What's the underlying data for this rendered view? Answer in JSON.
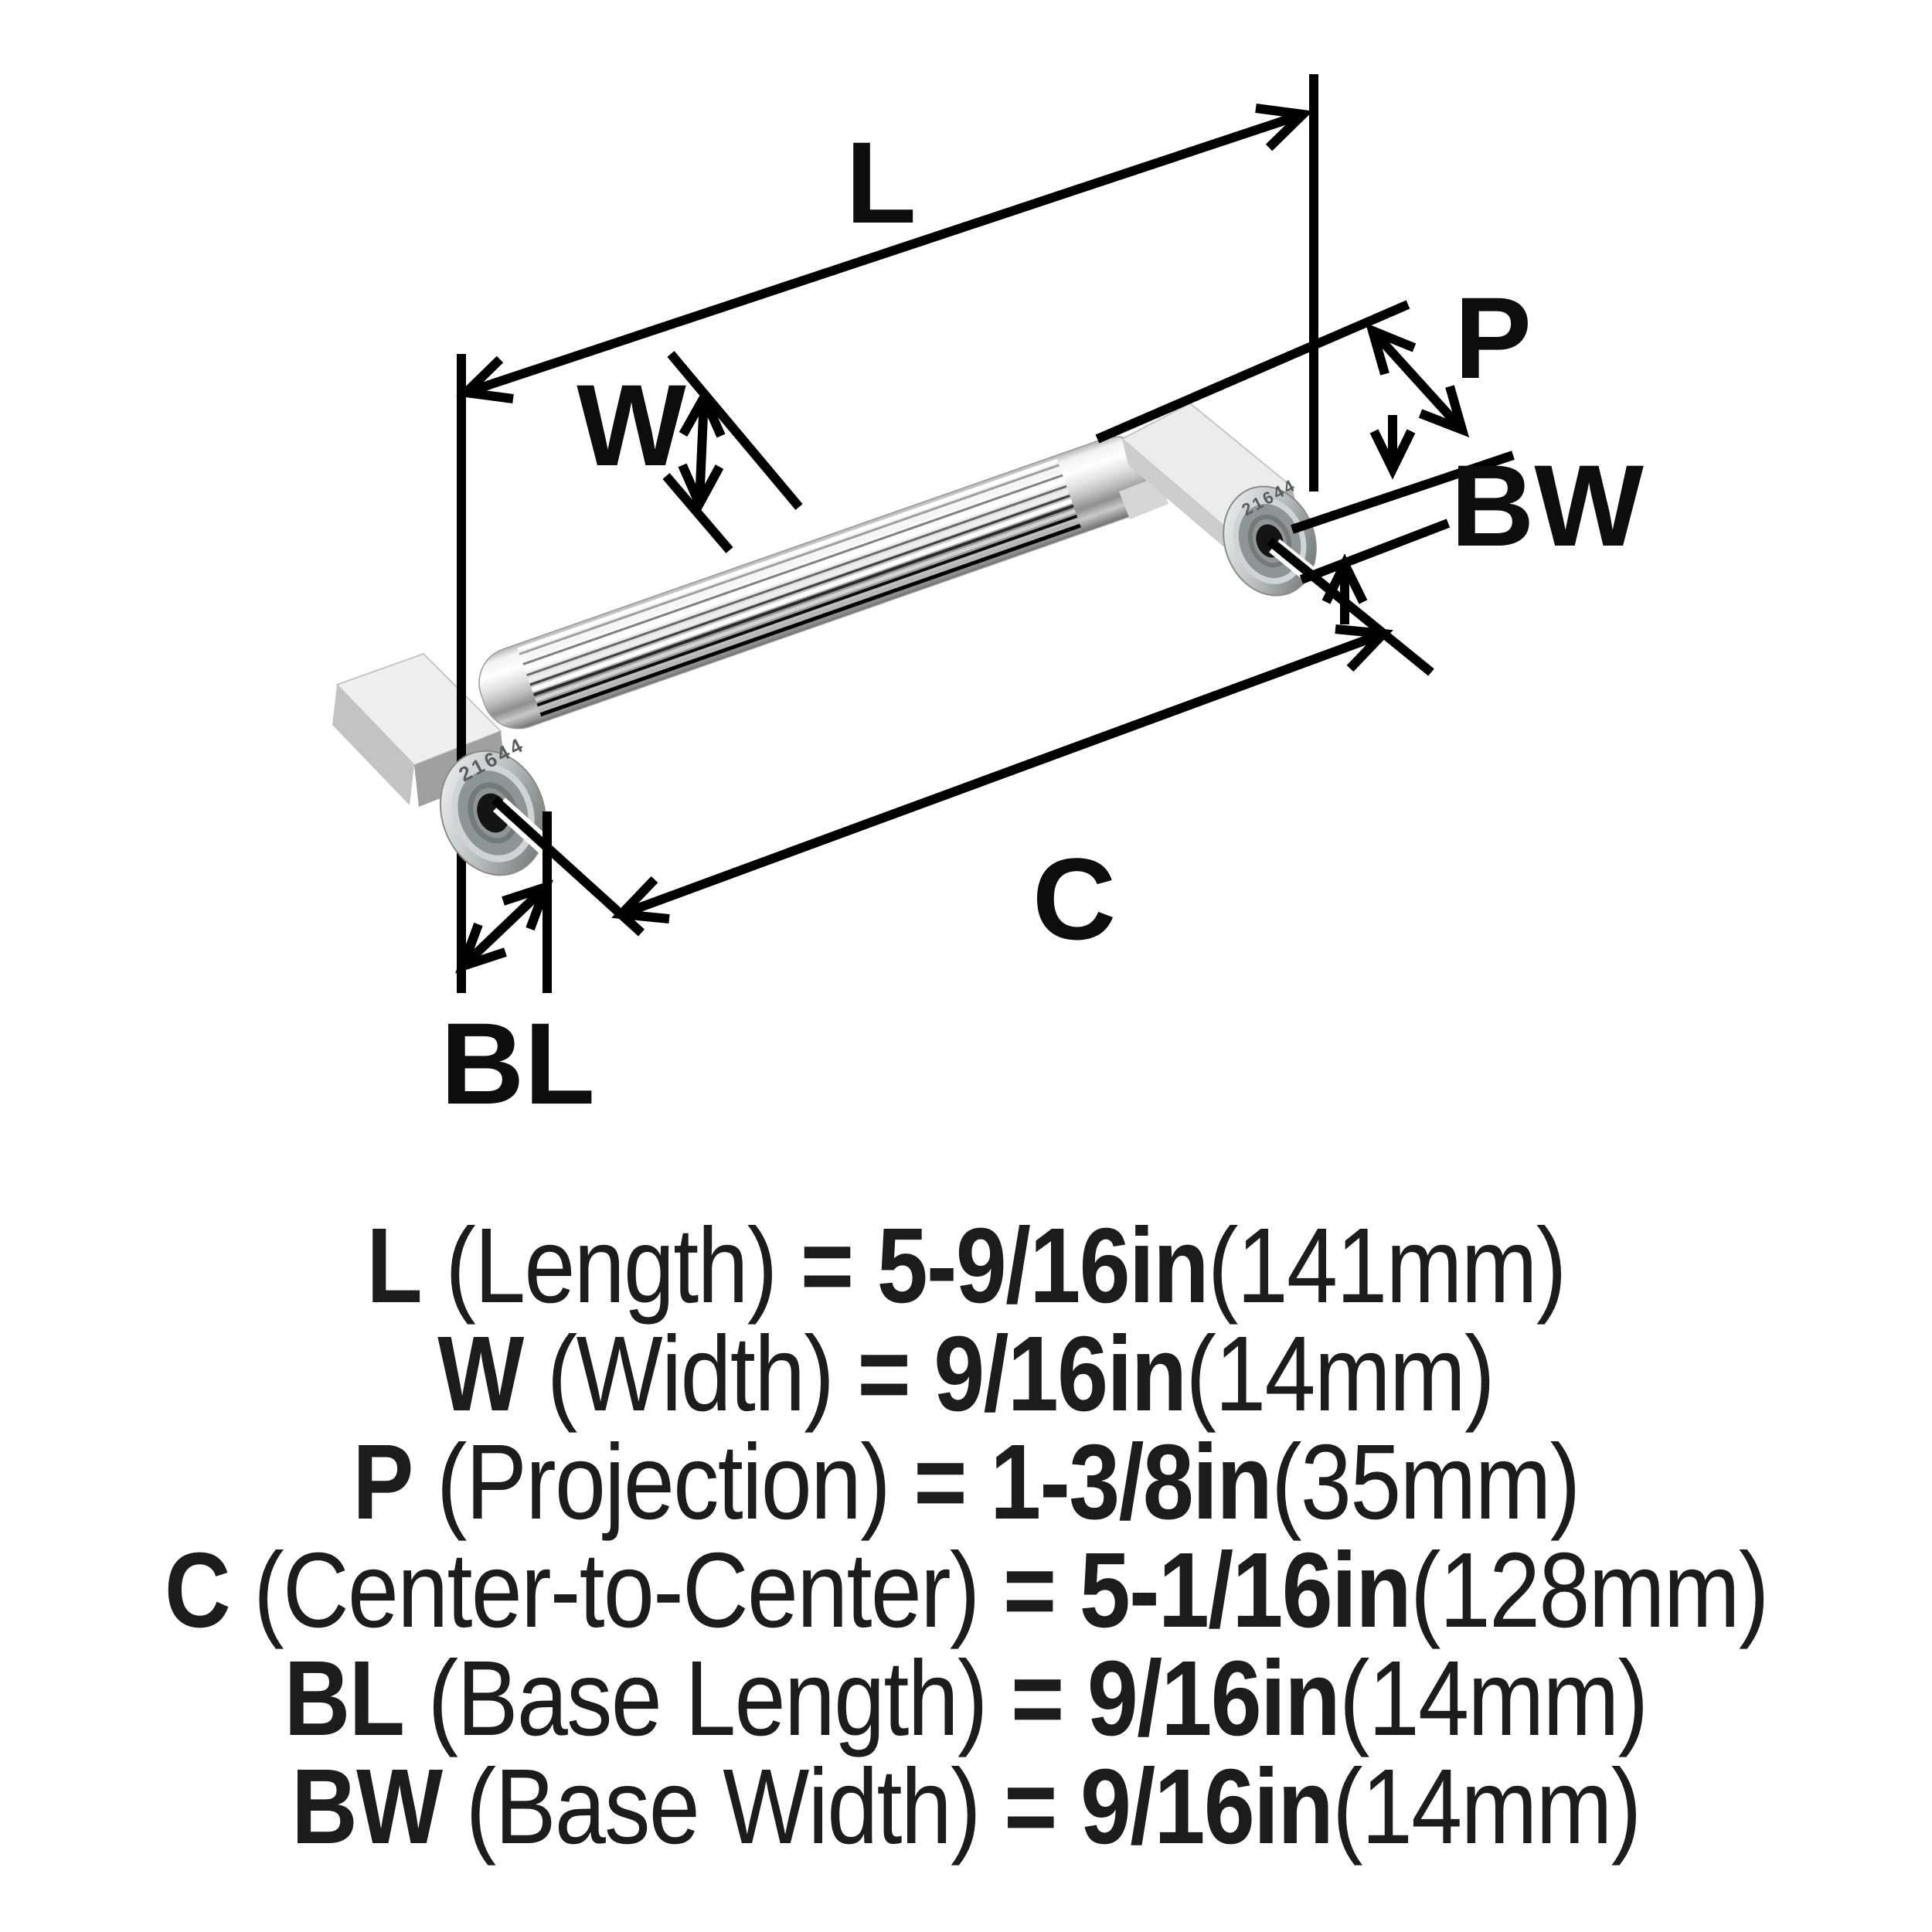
{
  "figure": {
    "background": "#ffffff",
    "line_color": "#000000",
    "metal_highlight": "#ffffff",
    "metal_mid": "#d9d9d9",
    "metal_dark": "#6e6e6e"
  },
  "diagram": {
    "labels": {
      "length": "L",
      "width": "W",
      "projection": "P",
      "base_width": "BW",
      "center_to_center": "C",
      "base_length": "BL"
    },
    "washer_engraving": "21644"
  },
  "legend": {
    "rows": [
      {
        "symbol": "L",
        "name": "(Length)",
        "value": "= 5-9/16in",
        "metric": "(141mm)"
      },
      {
        "symbol": "W",
        "name": "(Width)",
        "value": "= 9/16in",
        "metric": "(14mm)"
      },
      {
        "symbol": "P",
        "name": "(Projection)",
        "value": "= 1-3/8in",
        "metric": "(35mm)"
      },
      {
        "symbol": "C",
        "name": "(Center-to-Center)",
        "value": "= 5-1/16in",
        "metric": "(128mm)"
      },
      {
        "symbol": "BL",
        "name": "(Base Length)",
        "value": "= 9/16in",
        "metric": "(14mm)"
      },
      {
        "symbol": "BW",
        "name": "(Base Width)",
        "value": "= 9/16in",
        "metric": "(14mm)"
      }
    ]
  }
}
